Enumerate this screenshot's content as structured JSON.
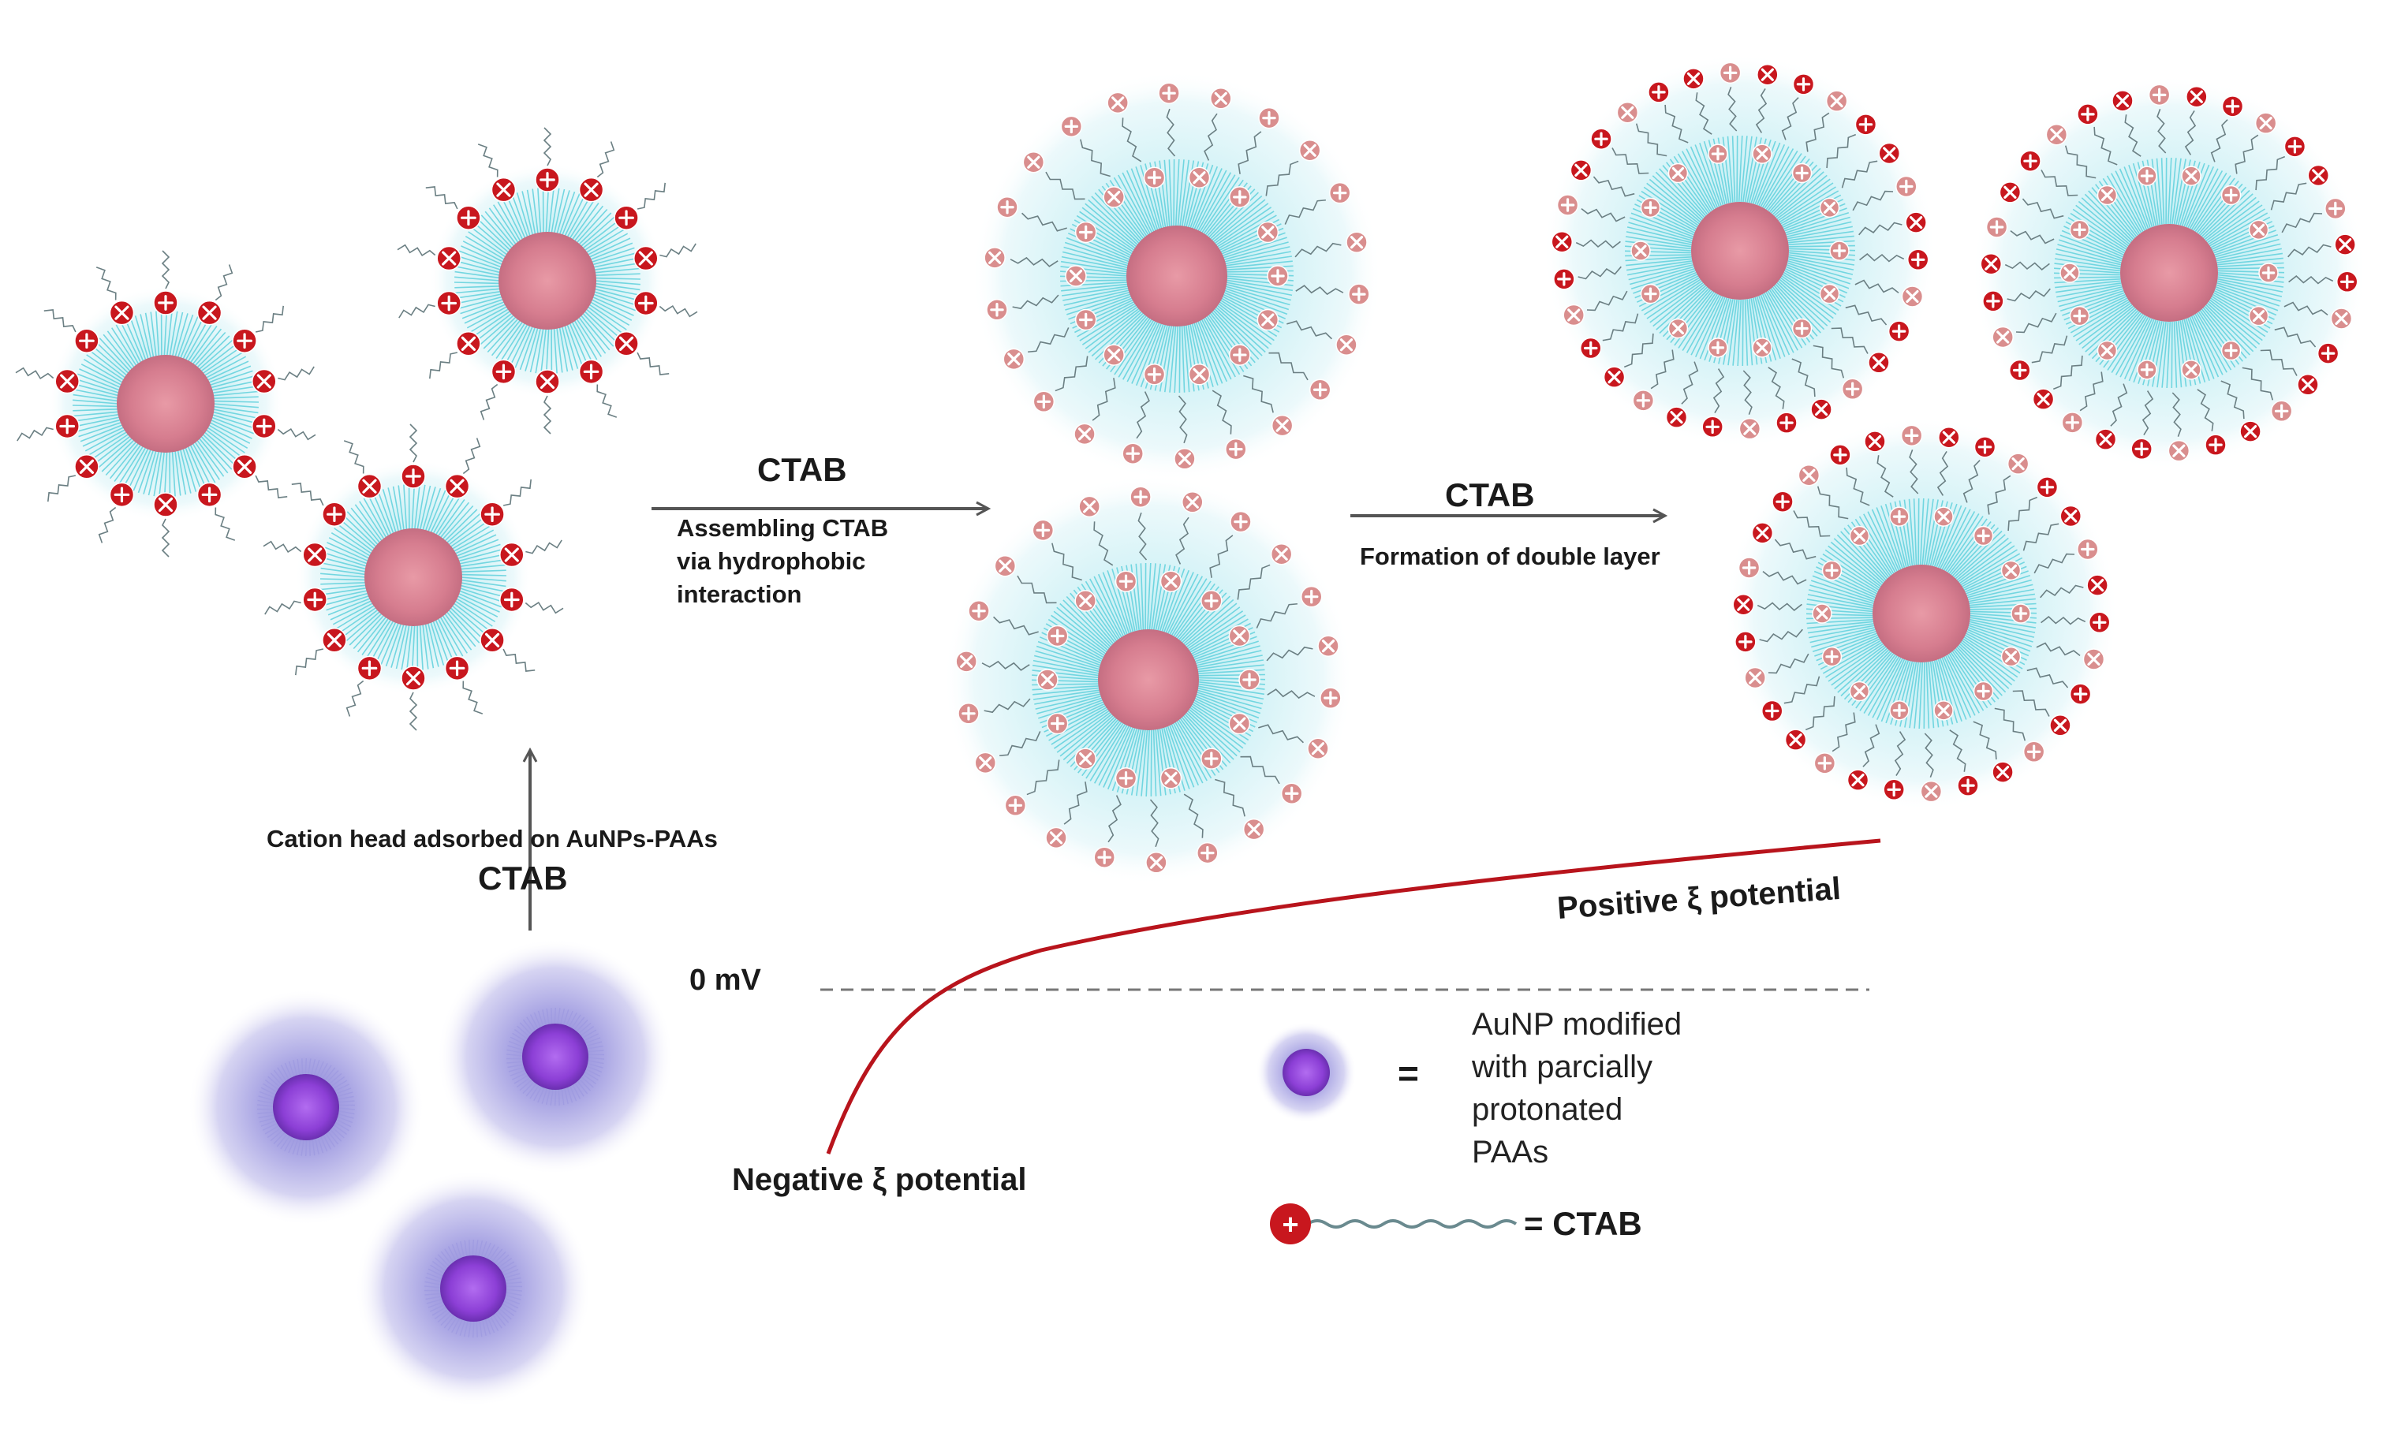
{
  "labels": {
    "ctab_step1": "CTAB",
    "step1_desc": [
      "Assembling CTAB",
      "via hydrophobic",
      "interaction"
    ],
    "ctab_step2": "CTAB",
    "step2_desc": "Formation of double layer",
    "adsorb_desc": "Cation head adsorbed on AuNPs-PAAs",
    "ctab_adsorb": "CTAB",
    "zero_mv": "0 mV",
    "positive": "Positive ξ potential",
    "negative": "Negative ξ potential"
  },
  "legend": {
    "equals": "=",
    "aunp_desc": [
      "AuNP modified",
      "with parcially",
      "protonated",
      "PAAs"
    ],
    "ctab_label": "= CTAB",
    "plus_symbol": "+"
  },
  "colors": {
    "cation_red": "#c8171e",
    "cation_faded": "#d98e8e",
    "ligand_cyan": "#5fd0dc",
    "halo_cyan": "#d8f3f7",
    "core_pink": "#d9788a",
    "aunp_purple": "#8a3fd0",
    "aunp_halo": "#c9c6ee",
    "curve_red": "#b8141c",
    "arrow_gray": "#555555"
  }
}
